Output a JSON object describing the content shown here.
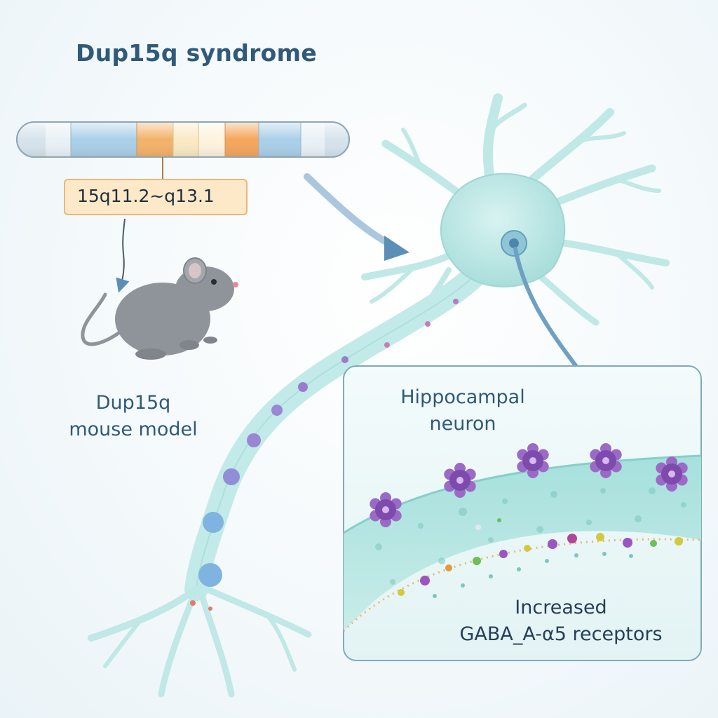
{
  "diagram": {
    "title": "Dup15q syndrome",
    "locus_label": "15q11.2~q13.1",
    "mouse_label": [
      "Dup15q",
      "mouse model"
    ],
    "inset_title": [
      "Hippocampal",
      "neuron"
    ],
    "inset_caption": [
      "Increased",
      "GABA_A-α5 receptors"
    ]
  },
  "colors": {
    "chromosome_blue": "#a9cfe8",
    "chromosome_orange": "#f2b26a",
    "chromosome_cream": "#fbe9c4",
    "neuron_fill": "#bfe8e6",
    "neuron_stroke": "#8fcfcc",
    "receptor_purple": "#8a56b8",
    "arrow_blue": "#4f86b0",
    "mouse_gray": "#8e9499",
    "text_blue": "#2f5a7a"
  },
  "icons": [
    "chromosome-icon",
    "mouse-icon",
    "neuron-icon",
    "gaba-receptor-icon"
  ]
}
